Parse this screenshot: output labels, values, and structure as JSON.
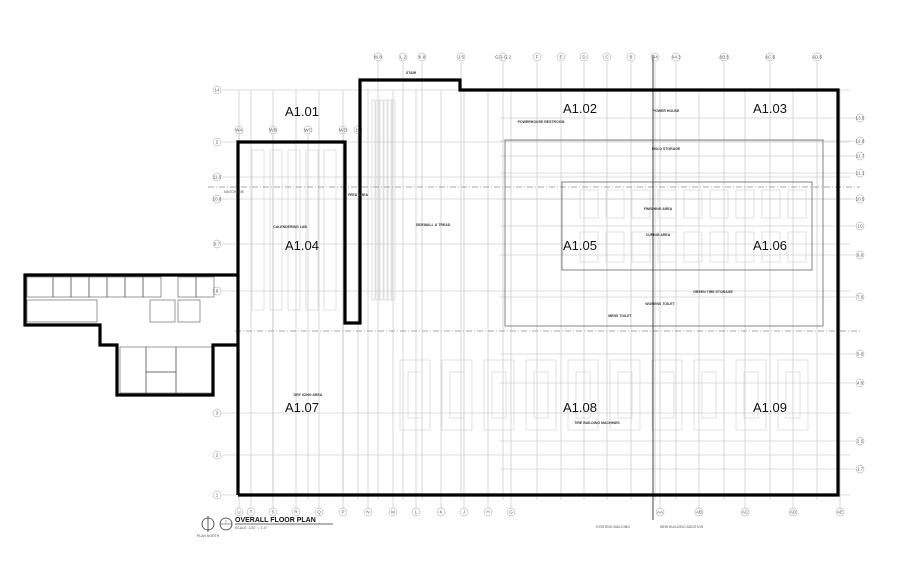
{
  "drawing": {
    "title": "OVERALL FLOOR PLAN",
    "title_number": "1",
    "scale_text": "SCALE: 1/32\" = 1'-0\"",
    "north_label": "PLAN NORTH",
    "existing_label": "EXISTING BUILDING",
    "new_label": "NEW BUILDING ADDITION",
    "matchline_label": "MATCHLINE"
  },
  "areas": [
    "A1.01",
    "A1.02",
    "A1.03",
    "A1.04",
    "A1.05",
    "A1.06",
    "A1.07",
    "A1.08",
    "A1.09"
  ],
  "rooms": [
    "STAIR",
    "POWERHOUSE RESTROOM",
    "POWER HOUSE",
    "MOLD STORAGE",
    "CALENDERING LAB",
    "FEED AREA",
    "SIDEWALL & TREAD",
    "FINISHING AREA",
    "CURING AREA",
    "MENS TOILET",
    "WOMENS TOILET",
    "GREEN TIRE STORAGE",
    "DRY ICING AREA",
    "TIRE BUILDING MACHINES"
  ],
  "grid_columns_top": [
    "M.8",
    "L.2",
    "K.8",
    "J.5",
    "G.3-G.2",
    "F",
    "E",
    "D",
    "C",
    "B",
    "A4",
    "A4.3",
    "AB.5",
    "AC.5",
    "AD.5"
  ],
  "grid_columns_mid": [
    "WA",
    "WB",
    "WC",
    "WD",
    "15"
  ],
  "grid_columns_bottom": [
    "U",
    "T",
    "S",
    "R",
    "Q",
    "P",
    "N",
    "M",
    "L",
    "K",
    "J",
    "H",
    "G",
    "AA",
    "AB",
    "AC",
    "AD",
    "AE"
  ],
  "grid_rows_left": [
    "14",
    "2",
    "11.5",
    "10.8",
    "9.7",
    "8",
    "3",
    "2",
    "1"
  ],
  "grid_rows_right": [
    "13.5",
    "12.8",
    "11.7",
    "11.1",
    "10.5",
    "10",
    "9.6",
    "7.6",
    "5.8",
    "4.8",
    "2.5",
    "1.7"
  ],
  "colors": {
    "wall": "#000000",
    "grid": "#bdbdbd",
    "equipment": "#d4d4d4"
  }
}
